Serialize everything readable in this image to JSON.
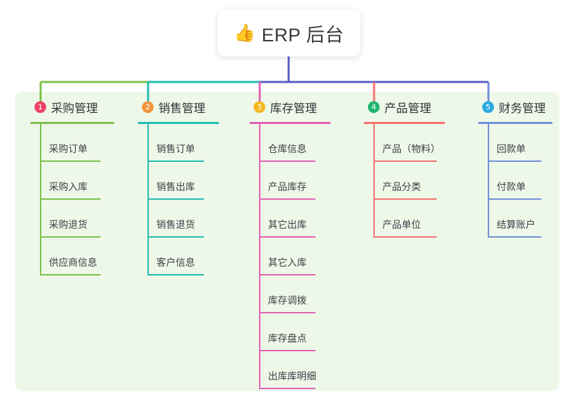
{
  "root": {
    "icon": "thumbs-up-icon",
    "emoji": "👍",
    "label": "ERP 后台"
  },
  "theme": {
    "panel_bg": "#eef8e9",
    "page_bg": "#ffffff",
    "stem_color": "#5b5bc4",
    "text_color": "#3b3b40"
  },
  "columns": [
    {
      "index": "1",
      "title": "采购管理",
      "badge_color": "#ef4267",
      "line_color": "#7cc04a",
      "items": [
        "采购订单",
        "采购入库",
        "采购退货",
        "供应商信息"
      ]
    },
    {
      "index": "2",
      "title": "销售管理",
      "badge_color": "#f2963b",
      "line_color": "#21bdb0",
      "items": [
        "销售订单",
        "销售出库",
        "销售退货",
        "客户信息"
      ]
    },
    {
      "index": "3",
      "title": "库存管理",
      "badge_color": "#f5b61f",
      "line_color": "#e161b4",
      "items": [
        "仓库信息",
        "产品库存",
        "其它出库",
        "其它入库",
        "库存调拨",
        "库存盘点",
        "出库库明细"
      ]
    },
    {
      "index": "4",
      "title": "产品管理",
      "badge_color": "#23b574",
      "line_color": "#f4726e",
      "items": [
        "产品（物料）",
        "产品分类",
        "产品单位"
      ]
    },
    {
      "index": "5",
      "title": "财务管理",
      "badge_color": "#29a9e1",
      "line_color": "#6f8fd8",
      "items": [
        "回款单",
        "付款单",
        "结算账户"
      ]
    }
  ]
}
